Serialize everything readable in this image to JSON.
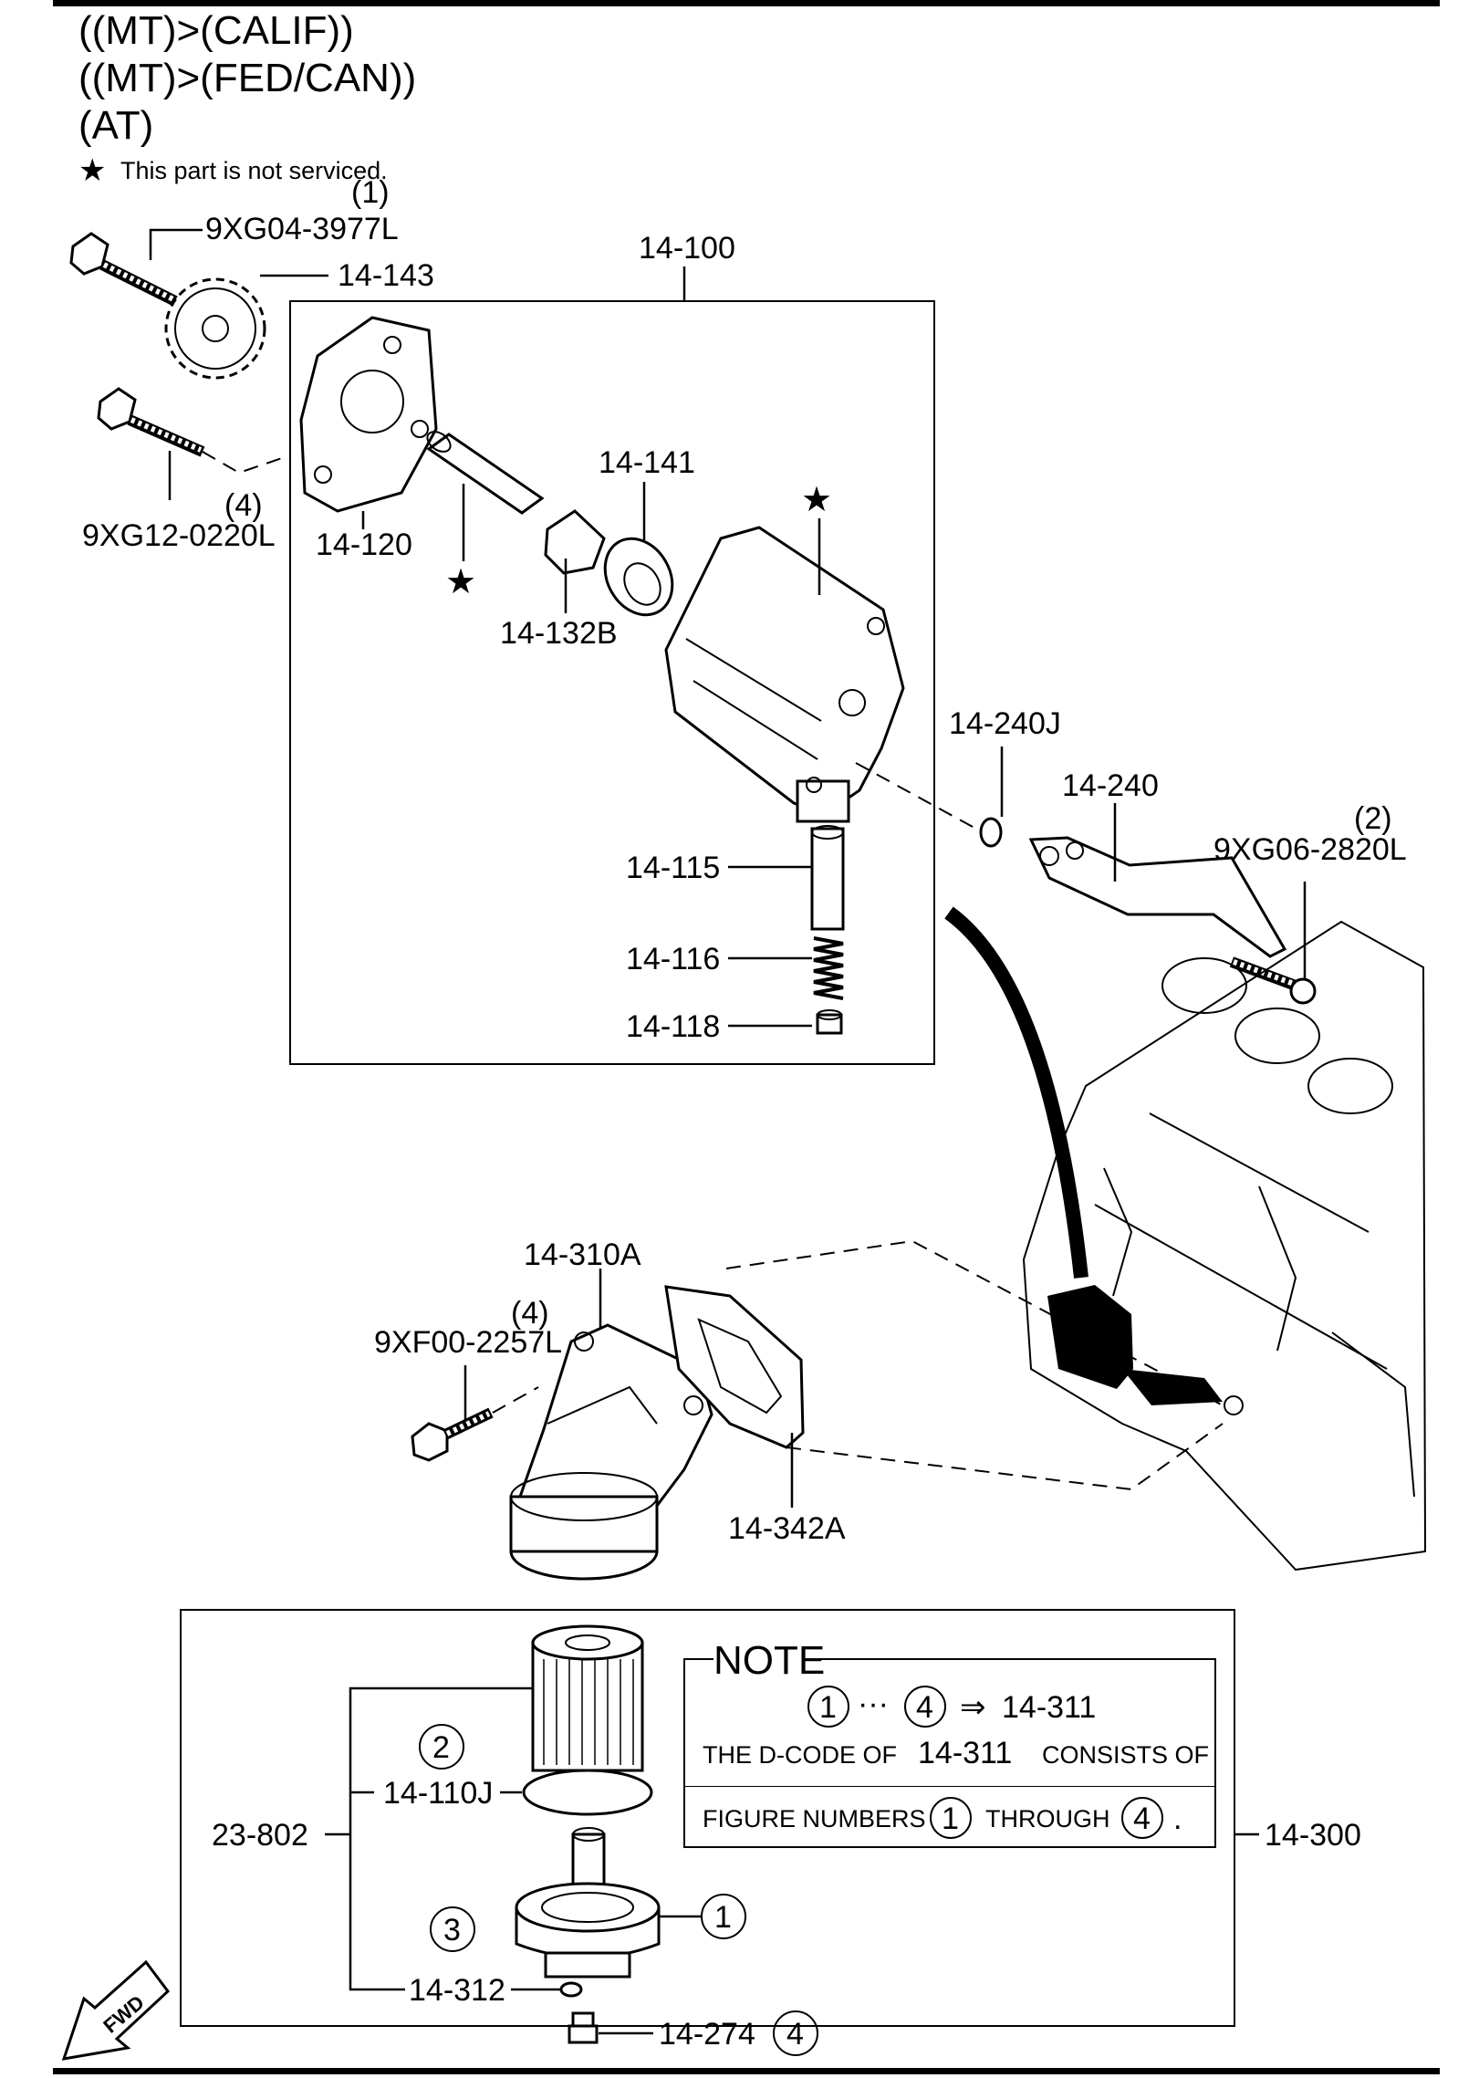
{
  "header": {
    "line1": "((MT)>(CALIF))",
    "line2": "((MT)>(FED/CAN))",
    "line3": "(AT)",
    "star_note": "This part is not serviced."
  },
  "labels": {
    "p9xg04_qty": "(1)",
    "p9xg04": "9XG04-3977L",
    "p14_143": "14-143",
    "p14_100": "14-100",
    "p9xg12_qty": "(4)",
    "p9xg12": "9XG12-0220L",
    "p14_120": "14-120",
    "p14_141": "14-141",
    "p14_132b": "14-132B",
    "p14_240j": "14-240J",
    "p14_240": "14-240",
    "p9xg06_qty": "(2)",
    "p9xg06": "9XG06-2820L",
    "p14_115": "14-115",
    "p14_116": "14-116",
    "p14_118": "14-118",
    "p14_310a": "14-310A",
    "p9xf00_qty": "(4)",
    "p9xf00": "9XF00-2257L",
    "p14_342a": "14-342A",
    "p23_802": "23-802",
    "p14_110j": "14-110J",
    "p14_312": "14-312",
    "p14_274": "14-274",
    "p14_300": "14-300",
    "c1": "1",
    "c2": "2",
    "c3": "3",
    "c4": "4",
    "fwd": "FWD"
  },
  "note": {
    "title": "NOTE",
    "range_start": "1",
    "range_sep": "···",
    "range_end": "4",
    "arrow": "⇒",
    "target": "14-311",
    "line2a": "THE D-CODE OF",
    "line2b": "14-311",
    "line2c": "CONSISTS OF",
    "line3a": "FIGURE NUMBERS",
    "line3b": "1",
    "line3c": "THROUGH",
    "line3d": "4",
    "line3e": "."
  }
}
